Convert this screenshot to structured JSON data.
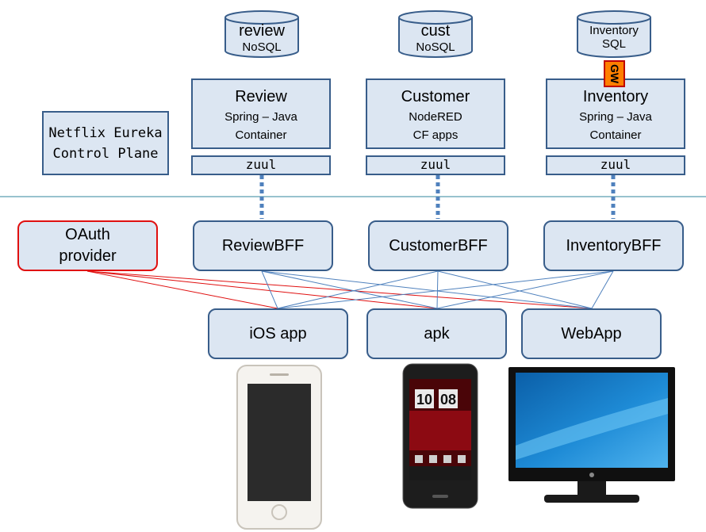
{
  "databases": [
    {
      "name": "review",
      "type": "NoSQL"
    },
    {
      "name": "cust",
      "type": "NoSQL"
    },
    {
      "name": "Inventory",
      "type": "SQL"
    }
  ],
  "gateway_label": "GW",
  "services": [
    {
      "title": "Review",
      "line1": "Spring – Java",
      "line2": "Container",
      "proxy": "zuul"
    },
    {
      "title": "Customer",
      "line1": "NodeRED",
      "line2": "CF apps",
      "proxy": "zuul"
    },
    {
      "title": "Inventory",
      "line1": "Spring – Java",
      "line2": "Container",
      "proxy": "zuul"
    }
  ],
  "control_plane": {
    "line1": "Netflix Eureka",
    "line2": "Control Plane"
  },
  "oauth": {
    "line1": "OAuth",
    "line2": "provider"
  },
  "bffs": [
    "ReviewBFF",
    "CustomerBFF",
    "InventoryBFF"
  ],
  "clients": [
    "iOS app",
    "apk",
    "WebApp"
  ],
  "phone_clock": {
    "hour": "10",
    "minute": "08"
  },
  "colors": {
    "box_fill": "#dce6f2",
    "box_border": "#385d8a",
    "oauth_border": "#e01010",
    "divider": "#31859c",
    "link_blue": "#4f81bd",
    "link_red": "#e01010",
    "gw_fill": "#ff7f00"
  }
}
